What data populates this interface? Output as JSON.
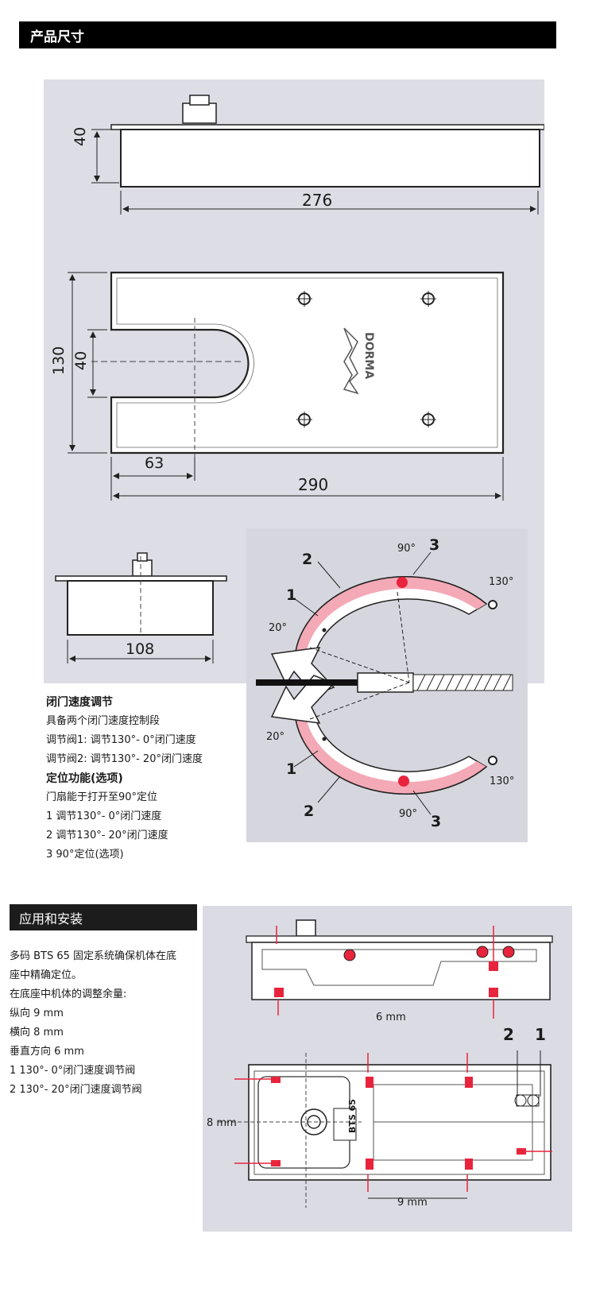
{
  "section1": {
    "title": "产品尺寸"
  },
  "dimensions": {
    "side_height": "40",
    "side_length": "276",
    "top_width": "130",
    "slot_width": "40",
    "slot_depth": "63",
    "top_length": "290",
    "end_width": "108",
    "brand": "DORMA"
  },
  "speed_diagram": {
    "upper": {
      "label_2": "2",
      "label_1": "1",
      "label_3": "3",
      "deg_90": "90°",
      "deg_20": "20°",
      "deg_130": "130°"
    },
    "lower": {
      "label_2": "2",
      "label_1": "1",
      "label_3": "3",
      "deg_90": "90°",
      "deg_20": "20°",
      "deg_130": "130°"
    }
  },
  "closing_speed": {
    "heading": "闭门速度调节",
    "line1": "具备两个闭门速度控制段",
    "line2": "调节阀1:  调节130°- 0°闭门速度",
    "line3": "调节阀2:  调节130°- 20°闭门速度",
    "heading2": "定位功能(选项)",
    "line4": "门扇能于打开至90°定位",
    "line5": "1  调节130°- 0°闭门速度",
    "line6": "2  调节130°- 20°闭门速度",
    "line7": "3  90°定位(选项)"
  },
  "section2": {
    "title": "应用和安装"
  },
  "install": {
    "line1": "多码 BTS 65 固定系统确保机体在底",
    "line2": "座中精确定位。",
    "line3": "在底座中机体的调整余量:",
    "line4": "纵向 9 mm",
    "line5": "横向 8 mm",
    "line6": "垂直方向 6 mm",
    "line7": "1  130°- 0°闭门速度调节阀",
    "line8": "2  130°- 20°闭门速度调节阀"
  },
  "install_diagram": {
    "vertical_mm": "6 mm",
    "lateral_mm": "8 mm",
    "longitudinal_mm": "9 mm",
    "valve_2": "2",
    "valve_1": "1",
    "model": "BTS 65"
  },
  "colors": {
    "accent_red": "#e8243c",
    "pink": "#f4a9b6",
    "dark": "#111111"
  }
}
